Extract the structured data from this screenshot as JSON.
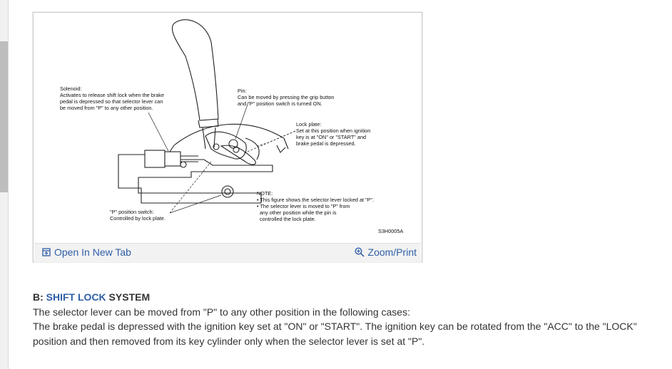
{
  "figure": {
    "callouts": {
      "solenoid": [
        "Solenoid:",
        "Activates to release shift lock when the brake",
        "pedal is depressed so that selector lever can",
        "be moved from \"P\" to any other position."
      ],
      "pin": [
        "Pin:",
        "Can be moved by pressing the grip button",
        "and \"P\" position switch is turned ON."
      ],
      "lock_plate": [
        "Lock plate:",
        "Set at this position when ignition",
        "key is at \"ON\" or \"START\" and",
        "brake pedal is depressed."
      ],
      "p_switch": [
        "\"P\" position switch:",
        "Controlled by lock plate."
      ],
      "note": [
        "NOTE:",
        "• This figure shows the selector lever locked at \"P\".",
        "• The selector lever is moved to \"P\" from",
        "  any other position while the pin is",
        "  controlled the lock plate."
      ],
      "code": "S3H0005A"
    },
    "open_tab_label": "Open In New Tab",
    "zoom_label": "Zoom/Print",
    "open_icon": "open-in-new-tab-icon",
    "zoom_icon": "zoom-in-icon"
  },
  "section": {
    "prefix": "B: ",
    "highlight": "SHIFT LOCK",
    "suffix": " SYSTEM",
    "para1": " The selector lever can be moved from \"P\" to any other position in the following cases:",
    "para2": " The brake pedal is depressed with the ignition key set at \"ON\" or \"START\". The ignition key can be rotated from the \"ACC\" to the \"LOCK\" position and then removed from its key cylinder only when the selector lever is set at \"P\"."
  },
  "colors": {
    "link": "#2f5fa8",
    "body_text": "#333333",
    "bar_bg": "#f2f2f2"
  }
}
